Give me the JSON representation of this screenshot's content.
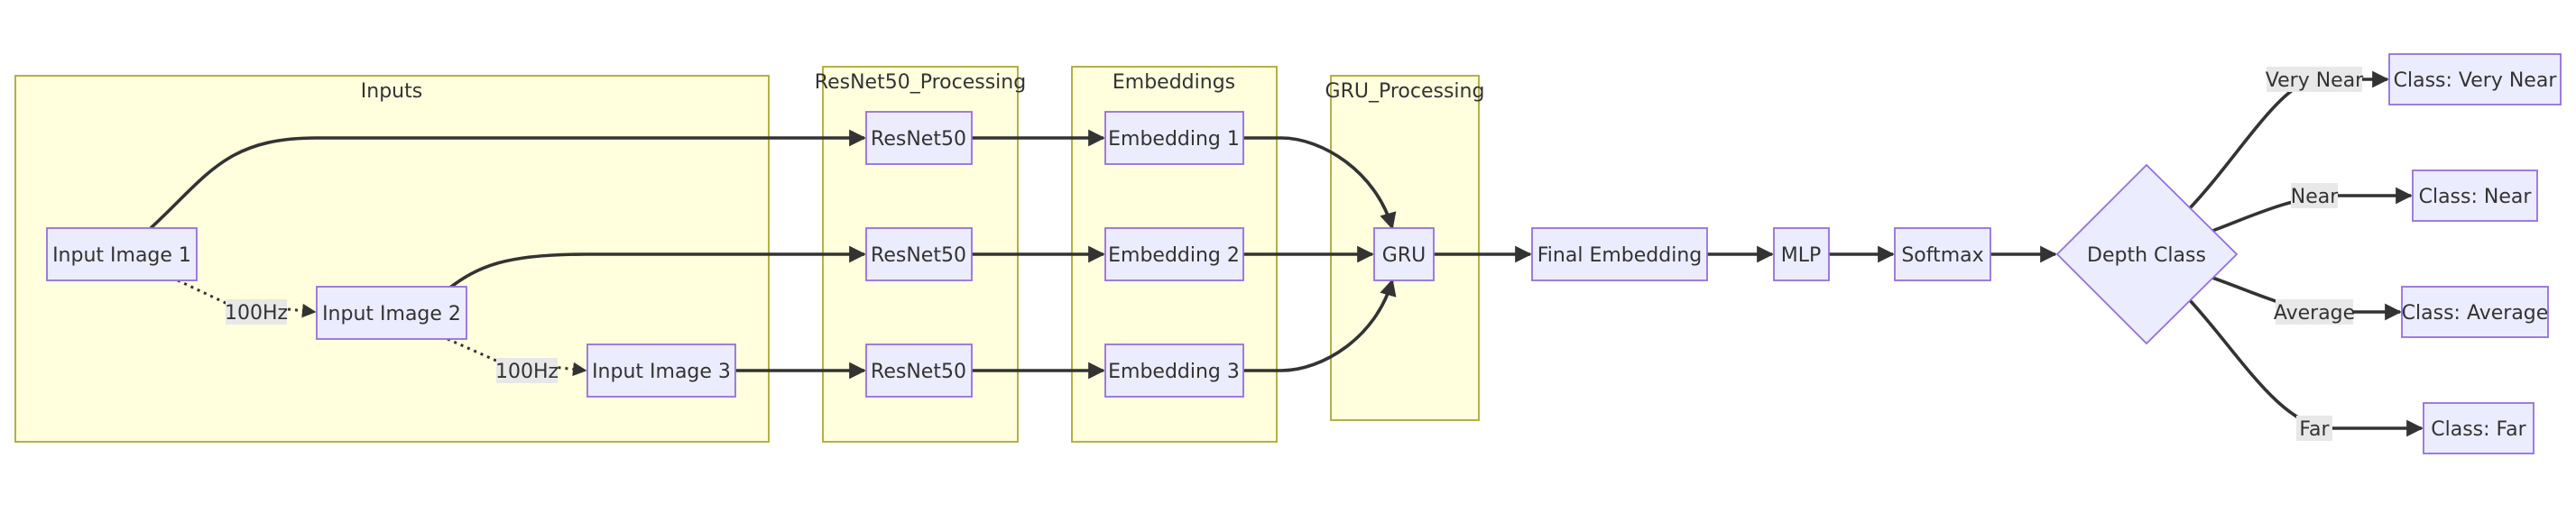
{
  "clusters": {
    "inputs": "Inputs",
    "resnet": "ResNet50_Processing",
    "embeddings": "Embeddings",
    "gru": "GRU_Processing"
  },
  "nodes": {
    "input1": "Input Image 1",
    "input2": "Input Image 2",
    "input3": "Input Image 3",
    "resnet1": "ResNet50",
    "resnet2": "ResNet50",
    "resnet3": "ResNet50",
    "emb1": "Embedding 1",
    "emb2": "Embedding 2",
    "emb3": "Embedding 3",
    "gru": "GRU",
    "final": "Final Embedding",
    "mlp": "MLP",
    "softmax": "Softmax",
    "depth": "Depth Class",
    "very_near": "Class: Very Near",
    "near": "Class: Near",
    "average": "Class: Average",
    "far": "Class: Far"
  },
  "edge_labels": {
    "hz1": "100Hz",
    "hz2": "100Hz",
    "very_near": "Very Near",
    "near": "Near",
    "average": "Average",
    "far": "Far"
  },
  "colors": {
    "cluster_fill": "#ffffde",
    "cluster_stroke": "#aaaa33",
    "node_fill": "#ececff",
    "node_stroke": "#9370db",
    "edge": "#333333"
  }
}
